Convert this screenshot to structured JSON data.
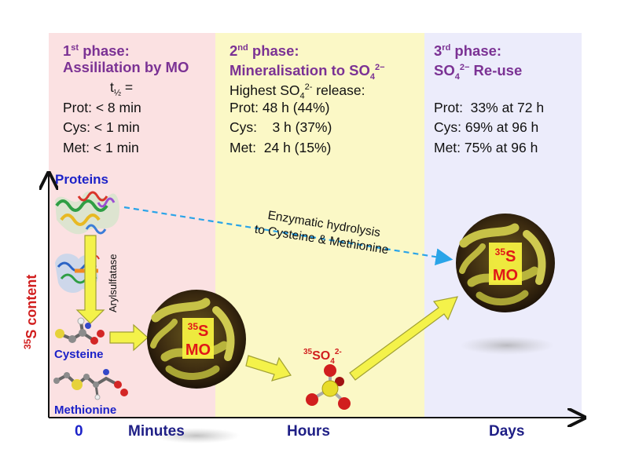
{
  "phases": [
    {
      "title_prefix": "1",
      "title_sup": "st",
      "title_word": " phase:",
      "subtitle": "Assililation by MO",
      "half_life_t": "t",
      "half_life_sub": "½",
      "half_life_rest": " =",
      "lines": [
        "Prot:  < 8 min",
        "Cys:   < 1 min",
        "Met:   < 1 min"
      ]
    },
    {
      "title_prefix": "2",
      "title_sup": "nd",
      "title_word": " phase:",
      "subtitle_main": "Mineralisation to SO",
      "subtitle_sub": "4",
      "subtitle_sup": "2−",
      "release_main": "Highest SO",
      "release_sub": "4",
      "release_sup": "2-",
      "release_rest": " release:",
      "lines": [
        "Prot: 48 h (44%)",
        "Cys:    3 h (37%)",
        "Met:  24 h (15%)"
      ]
    },
    {
      "title_prefix": "3",
      "title_sup": "rd",
      "title_word": " phase:",
      "subtitle_main": "SO",
      "subtitle_sub": "4",
      "subtitle_sup": "2−",
      "subtitle_rest": " Re-use",
      "lines": [
        "Prot:  33% at 72 h",
        "Cys: 69% at 96 h",
        "Met: 75% at 96 h"
      ]
    }
  ],
  "molecules": {
    "proteins": "Proteins",
    "enzyme": "Arylsulfatase",
    "cysteine": "Cysteine",
    "methionine": "Methionine"
  },
  "hydrolysis": {
    "line1": "Enzymatic hydrolysis",
    "line2": "to Cysteine & Methionine"
  },
  "mo": {
    "isotope_num": "35",
    "element": "S",
    "organism": "MO"
  },
  "sulfate": {
    "isotope_num": "35",
    "formula": "SO",
    "sub": "4",
    "sup": "2-"
  },
  "y_axis": {
    "sup": "35",
    "label": "S content"
  },
  "x_axis": {
    "zero": "0",
    "minutes": "Minutes",
    "hours": "Hours",
    "days": "Days"
  },
  "colors": {
    "phase1_bg": "#fbe1e2",
    "phase2_bg": "#fbf8c6",
    "phase3_bg": "#ececfb",
    "title_purple": "#7b3294",
    "label_blue": "#1c22c8",
    "arrow_yellow": "#f4f24a",
    "mo_red": "#e01818"
  }
}
